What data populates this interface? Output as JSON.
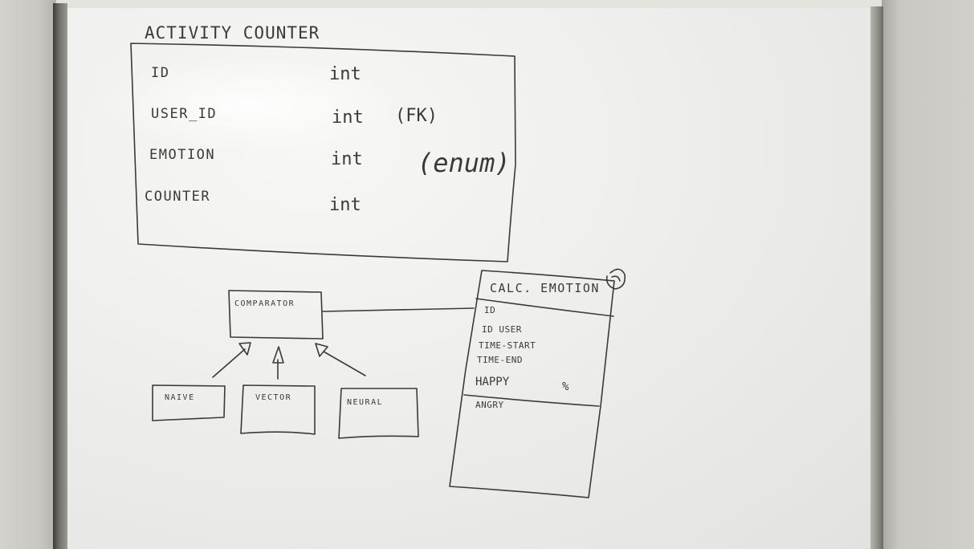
{
  "activity_counter": {
    "title": "ACTIVITY COUNTER",
    "fields": [
      {
        "name": "ID",
        "type": "int",
        "note": ""
      },
      {
        "name": "USER_ID",
        "type": "int",
        "note": "(FK)"
      },
      {
        "name": "EMOTION",
        "type": "int",
        "note": "(enum)"
      },
      {
        "name": "COUNTER",
        "type": "int",
        "note": ""
      }
    ]
  },
  "comparator": {
    "title": "COMPARATOR",
    "subclasses": [
      "NAIVE",
      "VECTOR",
      "NEURAL"
    ]
  },
  "calc_emotion": {
    "title": "CALC. EMOTION",
    "fields": [
      "ID",
      "ID USER",
      "TIME-START",
      "TIME-END",
      "HAPPY",
      "ANGRY"
    ],
    "percent_mark": "%"
  }
}
